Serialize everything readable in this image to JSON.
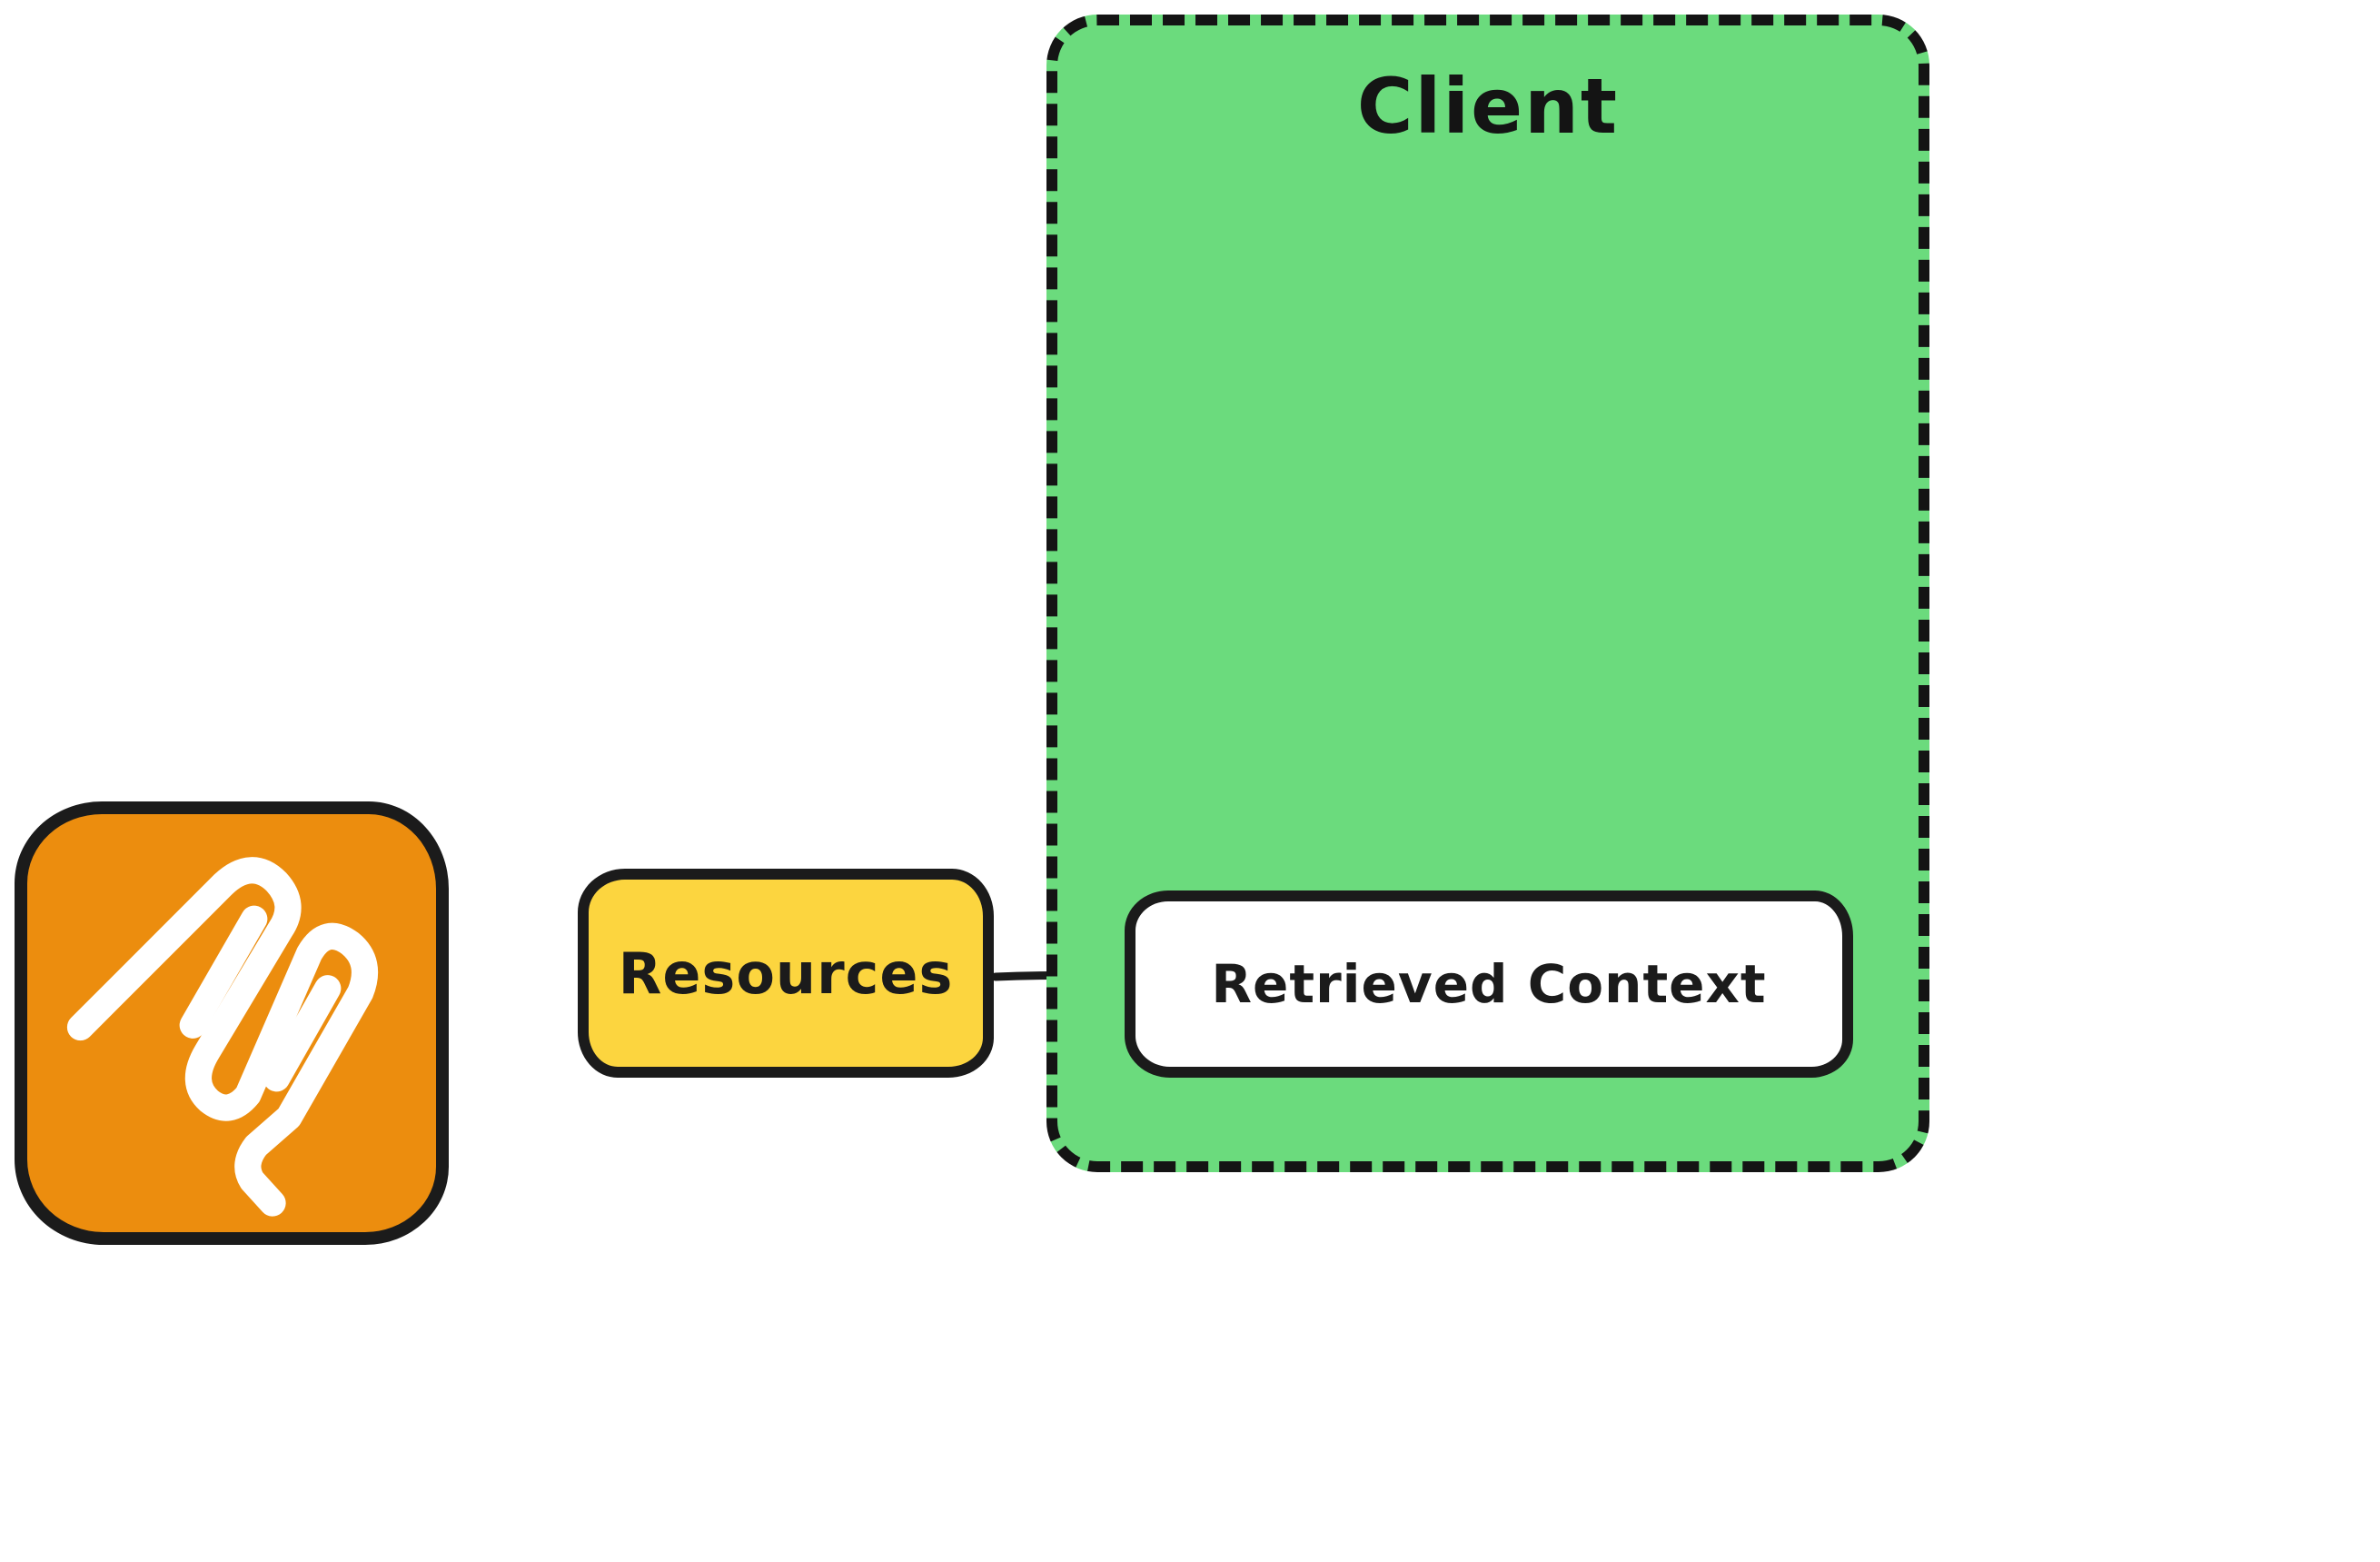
{
  "diagram": {
    "background": "#FFFFFF",
    "stroke_color": "#1B1B1B",
    "nodes": {
      "source_logo": {
        "kind": "logo-tile",
        "description": "orange rounded square with white squiggle (paperclip-style) glyph",
        "fill": "#EC8D0E",
        "glyph_color": "#FFFFFF"
      },
      "resources": {
        "label": "Resources",
        "fill": "#FCD53F",
        "border": "solid"
      },
      "client": {
        "label": "Client",
        "fill": "#6BDB7D",
        "border": "dashed"
      },
      "retrieved_context": {
        "label": "Retrieved Context",
        "fill": "#FFFFFF",
        "border": "solid"
      }
    },
    "edges": [
      {
        "from": "resources",
        "to": "retrieved_context",
        "style": "solid",
        "arrowhead": "end",
        "color": "#1B1B1B"
      }
    ]
  }
}
